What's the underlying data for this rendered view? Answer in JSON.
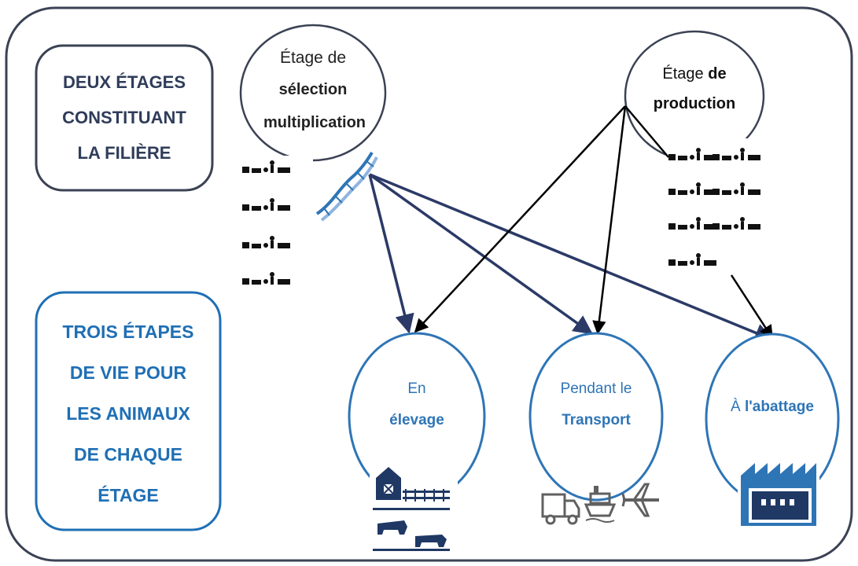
{
  "colors": {
    "frame": "#3b4254",
    "box_dark_text": "#2f3c5a",
    "box_blue_text": "#1f6fb5",
    "arrow_navy": "#2b3a67",
    "arrow_black": "#000000",
    "circle_blue": "#2e75b6",
    "icon_navy": "#1f3864",
    "icon_blue": "#2e75b6",
    "icon_grey": "#606060"
  },
  "boxes": {
    "filiere_lines": [
      "DEUX ÉTAGES",
      "CONSTITUANT",
      "LA FILIÈRE"
    ],
    "vie_lines": [
      "TROIS ÉTAPES",
      "DE VIE POUR",
      "LES ANIMAUX",
      "DE CHAQUE",
      "ÉTAGE"
    ]
  },
  "stages": {
    "selection": {
      "line1": "Étage de",
      "line2": "sélection",
      "line3": "multiplication",
      "icons": [
        "farmer-animals-icon",
        "dna-icon"
      ]
    },
    "production": {
      "line1_normal": "Étage ",
      "line1_bold": "de",
      "line2": "production",
      "icons": [
        "farmer-animals-icon"
      ]
    }
  },
  "steps": {
    "elevage": {
      "line1": "En",
      "line2": "élevage",
      "icon": "barn-animals-icon"
    },
    "transport": {
      "line1": "Pendant le",
      "line2": "Transport",
      "icons": [
        "truck-icon",
        "ship-icon",
        "plane-icon"
      ]
    },
    "abattage": {
      "prefix": "À ",
      "bold": "l'abattage",
      "icon": "factory-icon"
    }
  }
}
